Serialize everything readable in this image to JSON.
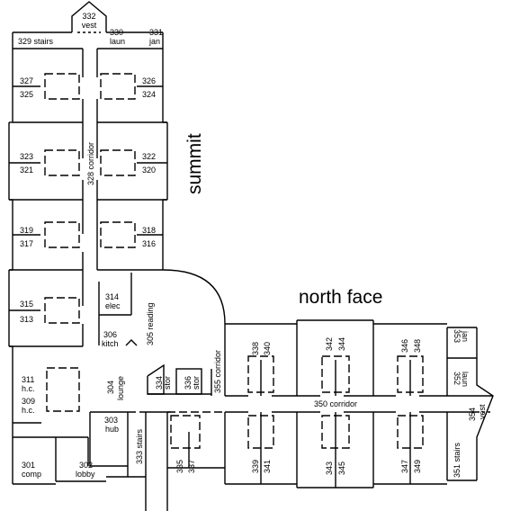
{
  "wings": {
    "summit": "summit",
    "north_face": "north face"
  },
  "rooms": {
    "r332": "332",
    "r332_sub": "vest",
    "r329": "329 stairs",
    "r330": "330",
    "r330_sub": "laun",
    "r331": "331",
    "r331_sub": "jan",
    "r327": "327",
    "r325": "325",
    "r326": "326",
    "r324": "324",
    "r323": "323",
    "r321": "321",
    "r322": "322",
    "r320": "320",
    "r328": "328 corridor",
    "r319": "319",
    "r317": "317",
    "r318": "318",
    "r316": "316",
    "r315": "315",
    "r313": "313",
    "r314": "314",
    "r314_sub": "elec",
    "r306": "306",
    "r306_sub": "kitch",
    "r305": "305 reading",
    "r311": "311",
    "r311_sub": "h.c.",
    "r309": "309",
    "r309_sub": "h.c.",
    "r304": "304",
    "r304_sub": "lounge",
    "r334": "334",
    "r334_sub": "stor",
    "r336": "336",
    "r336_sub": "stor",
    "r355": "355 corridor",
    "r303": "303",
    "r303_sub": "hub",
    "r333": "333 stairs",
    "r301": "301",
    "r301_sub": "comp",
    "r302": "302",
    "r302_sub": "lobby",
    "r335": "335",
    "r337": "337",
    "r338": "338",
    "r340": "340",
    "r342": "342",
    "r344": "344",
    "r346": "346",
    "r348": "348",
    "r353": "353",
    "r353_sub": "jan",
    "r352": "352",
    "r352_sub": "laun",
    "r350": "350 corridor",
    "r354": "354",
    "r354_sub": "vest",
    "r339": "339",
    "r341": "341",
    "r343": "343",
    "r345": "345",
    "r347": "347",
    "r349": "349",
    "r351": "351 stairs"
  }
}
